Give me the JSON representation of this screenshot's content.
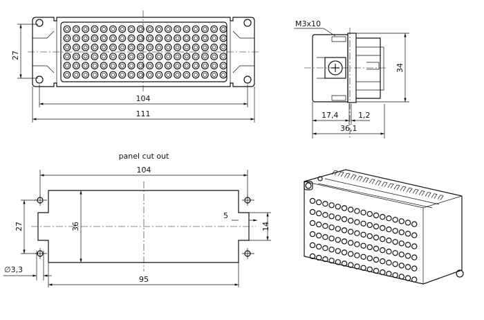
{
  "front_view": {
    "dim_height": "27",
    "dim_hole_pitch": "104",
    "dim_width": "111",
    "pin_rows": 6,
    "pin_cols": 18
  },
  "side_view": {
    "screw_label": "M3x10",
    "dim_height": "34",
    "dim_a": "17,4",
    "dim_b": "1,2",
    "dim_total": "36,1"
  },
  "cutout": {
    "title": "panel cut out",
    "dim_hole_pitch": "104",
    "dim_hole_vertical": "27",
    "dim_height": "36",
    "dim_notch_depth": "5",
    "dim_notch_height": "14",
    "dim_hole_diameter": "∅3,3",
    "dim_width": "95"
  },
  "iso_view": {
    "pin_rows": 6,
    "pin_cols": 17
  }
}
